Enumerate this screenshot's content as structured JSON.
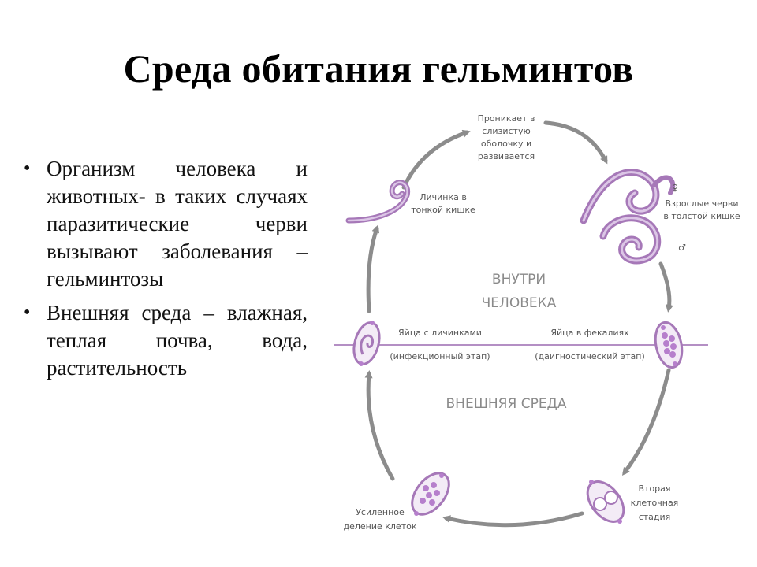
{
  "title": "Среда обитания гельминтов",
  "bullets": [
    {
      "marker": "•",
      "text": "Организм человека и животных- в таких случаях паразитические черви вызывают заболевания – гельминтозы"
    },
    {
      "marker": "•",
      "text": "Внешняя среда – влажная, теплая почва, вода, растительность"
    }
  ],
  "diagram": {
    "inside_label": [
      "ВНУТРИ",
      "ЧЕЛОВЕКА"
    ],
    "outside_label": "ВНЕШНЯЯ СРЕДА",
    "stages": {
      "penetrates": [
        "Проникает в",
        "слизистую",
        "оболочку и",
        "развивается"
      ],
      "adult_worms": [
        "Взрослые черви",
        "в толстой кишке"
      ],
      "female_symbol": "♀",
      "male_symbol": "♂",
      "larva": [
        "Личинка в",
        "тонкой кишке"
      ],
      "eggs_larvae": [
        "Яйца с личинками",
        "(инфекционный этап)"
      ],
      "eggs_feces": [
        "Яйца в фекалиях",
        "(даигностический этап)"
      ],
      "second_stage": [
        "Вторая",
        "клеточная",
        "стадия"
      ],
      "division": [
        "Усиленное",
        "деление клеток"
      ]
    },
    "colors": {
      "arrow": "#8c8c8c",
      "line": "#9b6ab0",
      "worm": "#a678b8",
      "worm_light": "#dcc6e6",
      "egg_fill": "#f3ebf6",
      "egg_dots": "#b67fcc"
    }
  }
}
